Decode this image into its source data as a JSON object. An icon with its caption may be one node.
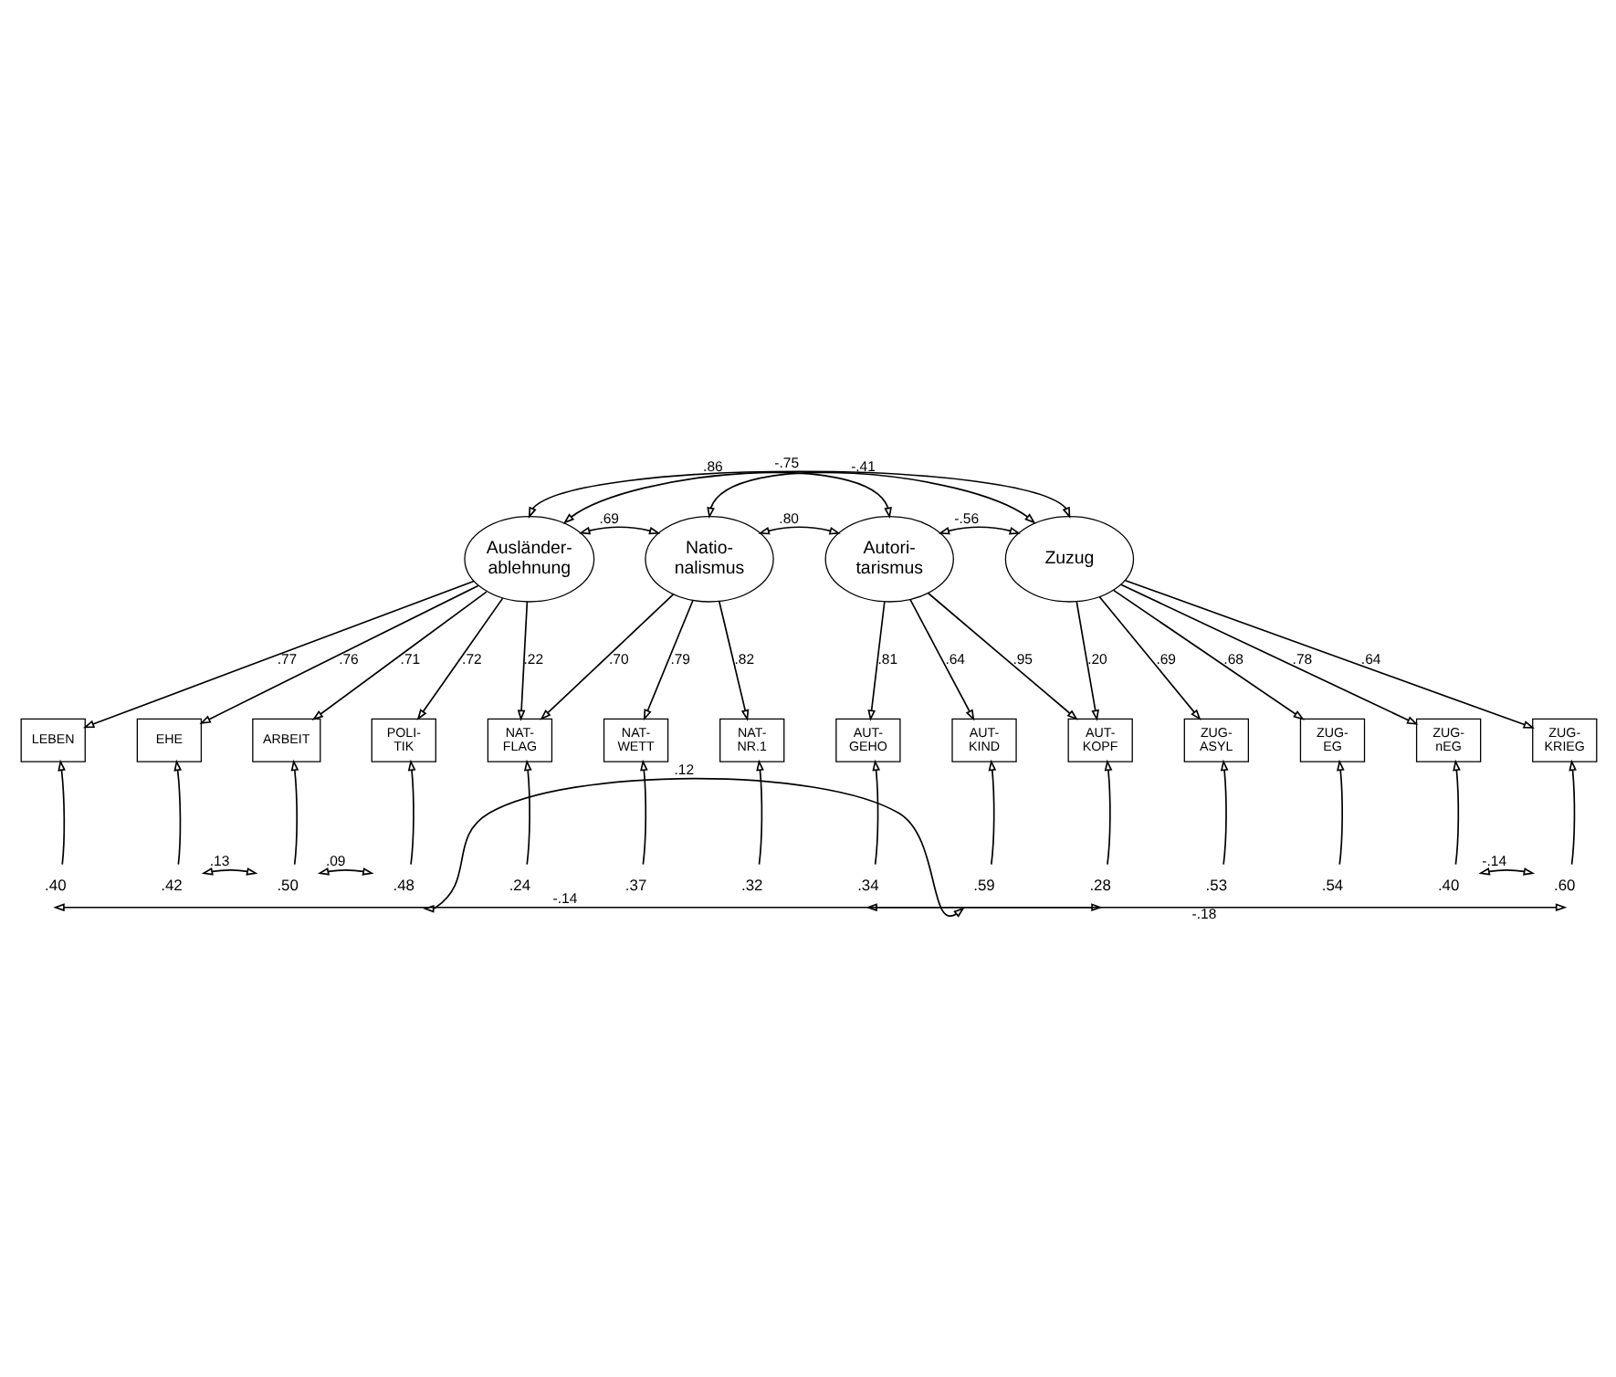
{
  "diagram": {
    "nodes": [
      {
        "text": [
          "Ausländer- ablehnung"
        ]
      },
      {
        "text": [
          "Natio- nalismus"
        ]
      },
      {
        "text": [
          "Autori- tarismus"
        ]
      },
      {
        "text": [
          "Zuzug"
        ]
      },
      {
        "text": [
          "LEBEN"
        ]
      },
      {
        "text": [
          "EHE"
        ]
      },
      {
        "text": [
          "ARBEIT"
        ]
      },
      {
        "text": [
          "POLI- TIK"
        ]
      },
      {
        "text": [
          "NAT- FLAG"
        ]
      },
      {
        "text": [
          "NAT- WETT"
        ]
      },
      {
        "text": [
          "NAT- NR.1"
        ]
      },
      {
        "text": [
          "AUT- GEHO"
        ]
      },
      {
        "text": [
          "AUT- KIND"
        ]
      },
      {
        "text": [
          "AUT- KOPF"
        ]
      },
      {
        "text": [
          "ZUG- ASYL"
        ]
      },
      {
        "text": [
          "ZUG- EG"
        ]
      },
      {
        "text": [
          "ZUG- nEG"
        ]
      },
      {
        "text": [
          "ZUG- KRIEG"
        ]
      },
      {
        "text": [
          ".40"
        ]
      },
      {
        "text": [
          ".42"
        ]
      },
      {
        "text": [
          ".50"
        ]
      },
      {
        "text": [
          ".48"
        ]
      },
      {
        "text": [
          ".24"
        ]
      },
      {
        "text": [
          ".37"
        ]
      },
      {
        "text": [
          ".32"
        ]
      },
      {
        "text": [
          ".34"
        ]
      },
      {
        "text": [
          ".59"
        ]
      },
      {
        "text": [
          ".28"
        ]
      },
      {
        "text": [
          ".53"
        ]
      },
      {
        "text": [
          ".54"
        ]
      },
      {
        "text": [
          ".40"
        ]
      },
      {
        "text": [
          ".60"
        ]
      }
    ],
    "edges": [
      {
        "from": 0,
        "to": 3,
        "label": "-.75",
        "arrow": "both"
      },
      {
        "from": 0,
        "to": 2,
        "label": ".86",
        "arrow": "both"
      },
      {
        "from": 1,
        "to": 3,
        "label": "-.41",
        "arrow": "both"
      },
      {
        "from": 0,
        "to": 1,
        "label": ".69",
        "arrow": "both"
      },
      {
        "from": 1,
        "to": 2,
        "label": ".80",
        "arrow": "both"
      },
      {
        "from": 2,
        "to": 3,
        "label": "-.56",
        "arrow": "both"
      },
      {
        "from": 0,
        "to": 4,
        "label": ".77",
        "arrow": "to"
      },
      {
        "from": 0,
        "to": 5,
        "label": ".76",
        "arrow": "to"
      },
      {
        "from": 0,
        "to": 6,
        "label": ".71",
        "arrow": "to"
      },
      {
        "from": 0,
        "to": 7,
        "label": ".72",
        "arrow": "to"
      },
      {
        "from": 0,
        "to": 8,
        "label": ".22",
        "arrow": "to"
      },
      {
        "from": 1,
        "to": 8,
        "label": ".70",
        "arrow": "to"
      },
      {
        "from": 1,
        "to": 9,
        "label": ".79",
        "arrow": "to"
      },
      {
        "from": 1,
        "to": 10,
        "label": ".82",
        "arrow": "to"
      },
      {
        "from": 2,
        "to": 11,
        "label": ".81",
        "arrow": "to"
      },
      {
        "from": 2,
        "to": 12,
        "label": ".64",
        "arrow": "to"
      },
      {
        "from": 2,
        "to": 13,
        "label": ".95",
        "arrow": "to"
      },
      {
        "from": 3,
        "to": 13,
        "label": ".20",
        "arrow": "to"
      },
      {
        "from": 3,
        "to": 14,
        "label": ".69",
        "arrow": "to"
      },
      {
        "from": 3,
        "to": 15,
        "label": ".68",
        "arrow": "to"
      },
      {
        "from": 3,
        "to": 16,
        "label": ".78",
        "arrow": "to"
      },
      {
        "from": 3,
        "to": 17,
        "label": ".64",
        "arrow": "to"
      },
      {
        "from": 18,
        "to": 4,
        "arrow": "to"
      },
      {
        "from": 19,
        "to": 5,
        "arrow": "to"
      },
      {
        "from": 20,
        "to": 6,
        "arrow": "to"
      },
      {
        "from": 21,
        "to": 7,
        "arrow": "to"
      },
      {
        "from": 22,
        "to": 8,
        "arrow": "to"
      },
      {
        "from": 23,
        "to": 9,
        "arrow": "to"
      },
      {
        "from": 24,
        "to": 10,
        "arrow": "to"
      },
      {
        "from": 25,
        "to": 11,
        "arrow": "to"
      },
      {
        "from": 26,
        "to": 12,
        "arrow": "to"
      },
      {
        "from": 27,
        "to": 13,
        "arrow": "to"
      },
      {
        "from": 28,
        "to": 14,
        "arrow": "to"
      },
      {
        "from": 29,
        "to": 15,
        "arrow": "to"
      },
      {
        "from": 30,
        "to": 16,
        "arrow": "to"
      },
      {
        "from": 31,
        "to": 17,
        "arrow": "to"
      },
      {
        "from": 19,
        "to": 20,
        "label": ".13",
        "arrow": "both"
      },
      {
        "from": 20,
        "to": 21,
        "label": ".09",
        "arrow": "both"
      },
      {
        "from": 21,
        "to": 26,
        "label": ".12",
        "arrow": "both"
      },
      {
        "from": 18,
        "to": 27,
        "label": "-.14",
        "arrow": "both"
      },
      {
        "from": 30,
        "to": 31,
        "label": "-.14",
        "arrow": "both"
      },
      {
        "from": 25,
        "to": 31,
        "label": "-.18",
        "arrow": "both"
      }
    ]
  }
}
